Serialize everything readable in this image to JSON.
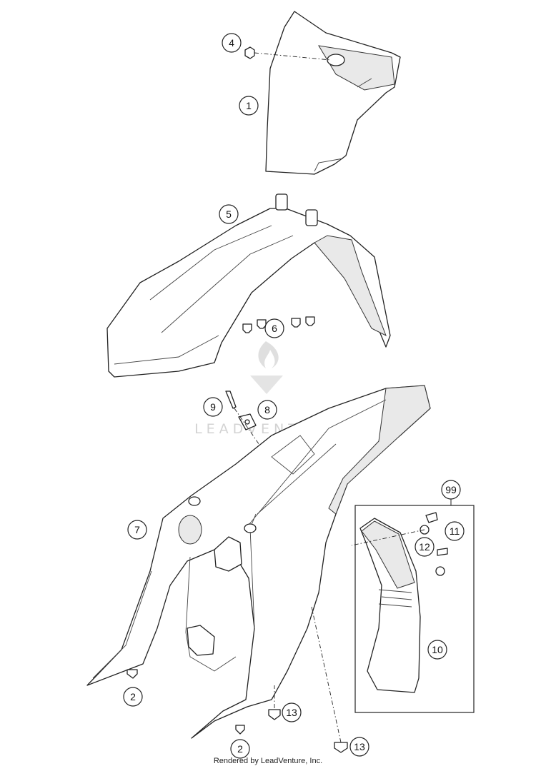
{
  "diagram": {
    "callouts": [
      {
        "label": "1"
      },
      {
        "label": "4"
      },
      {
        "label": "5"
      },
      {
        "label": "6"
      },
      {
        "label": "9"
      },
      {
        "label": "8"
      },
      {
        "label": "7"
      },
      {
        "label": "99"
      },
      {
        "label": "11"
      },
      {
        "label": "12"
      },
      {
        "label": "10"
      },
      {
        "label": "2"
      },
      {
        "label": "13"
      },
      {
        "label": "2"
      },
      {
        "label": "13"
      }
    ],
    "watermark": "LEADVENTURE",
    "footer": "Rendered by LeadVenture, Inc."
  }
}
